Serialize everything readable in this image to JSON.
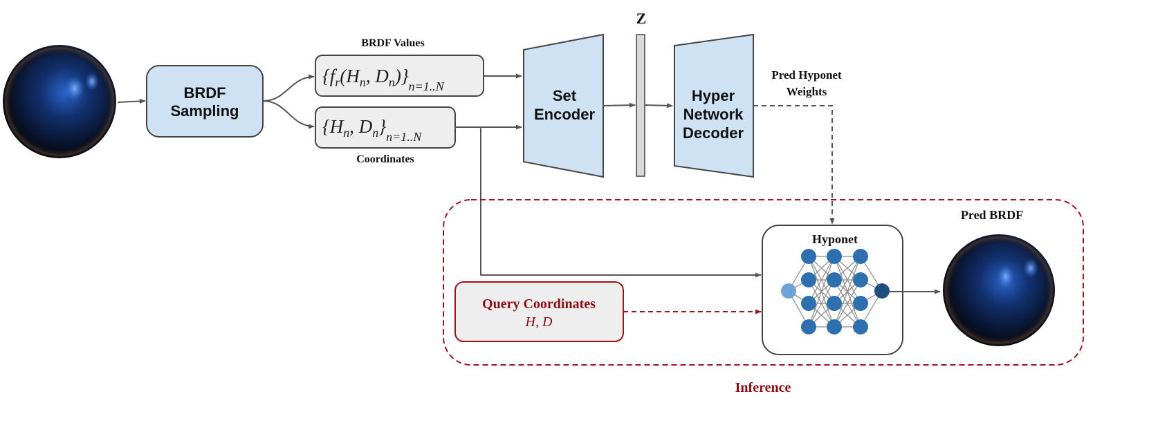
{
  "title": "",
  "nodes": {
    "brdf_sampling": {
      "line1": "BRDF",
      "line2": "Sampling"
    },
    "brdf_values": {
      "caption": "BRDF Values",
      "formula_main": "{f",
      "formula_r": "r",
      "formula_args": "(H",
      "formula_n1": "n",
      "formula_comma": ", D",
      "formula_n2": "n",
      "formula_close": ")}",
      "formula_sub": "n=1..N"
    },
    "coordinates": {
      "caption": "Coordinates",
      "formula_main": "{H",
      "formula_n1": "n",
      "formula_comma": ", D",
      "formula_n2": "n",
      "formula_close": "}",
      "formula_sub": "n=1..N"
    },
    "set_encoder": {
      "line1": "Set",
      "line2": "Encoder"
    },
    "latent": {
      "label": "Z"
    },
    "hyper_decoder": {
      "line1": "Hyper",
      "line2": "Network",
      "line3": "Decoder"
    },
    "pred_weights": {
      "line1": "Pred Hyponet",
      "line2": "Weights"
    },
    "hyponet": {
      "label": "Hyponet"
    },
    "pred_brdf": {
      "label": "Pred BRDF"
    },
    "query": {
      "line1": "Query Coordinates",
      "line2": "H, D"
    },
    "inference": {
      "label": "Inference"
    }
  },
  "colors": {
    "box_fill_blue": "#cfe2f3",
    "box_fill_grey": "#eeeeee",
    "stroke": "#444444",
    "arrow": "#555555",
    "inference_red": "#a01318",
    "neuron_main": "#2e6fb0",
    "neuron_input": "#6fa3d6",
    "neuron_output": "#1f4e80"
  }
}
